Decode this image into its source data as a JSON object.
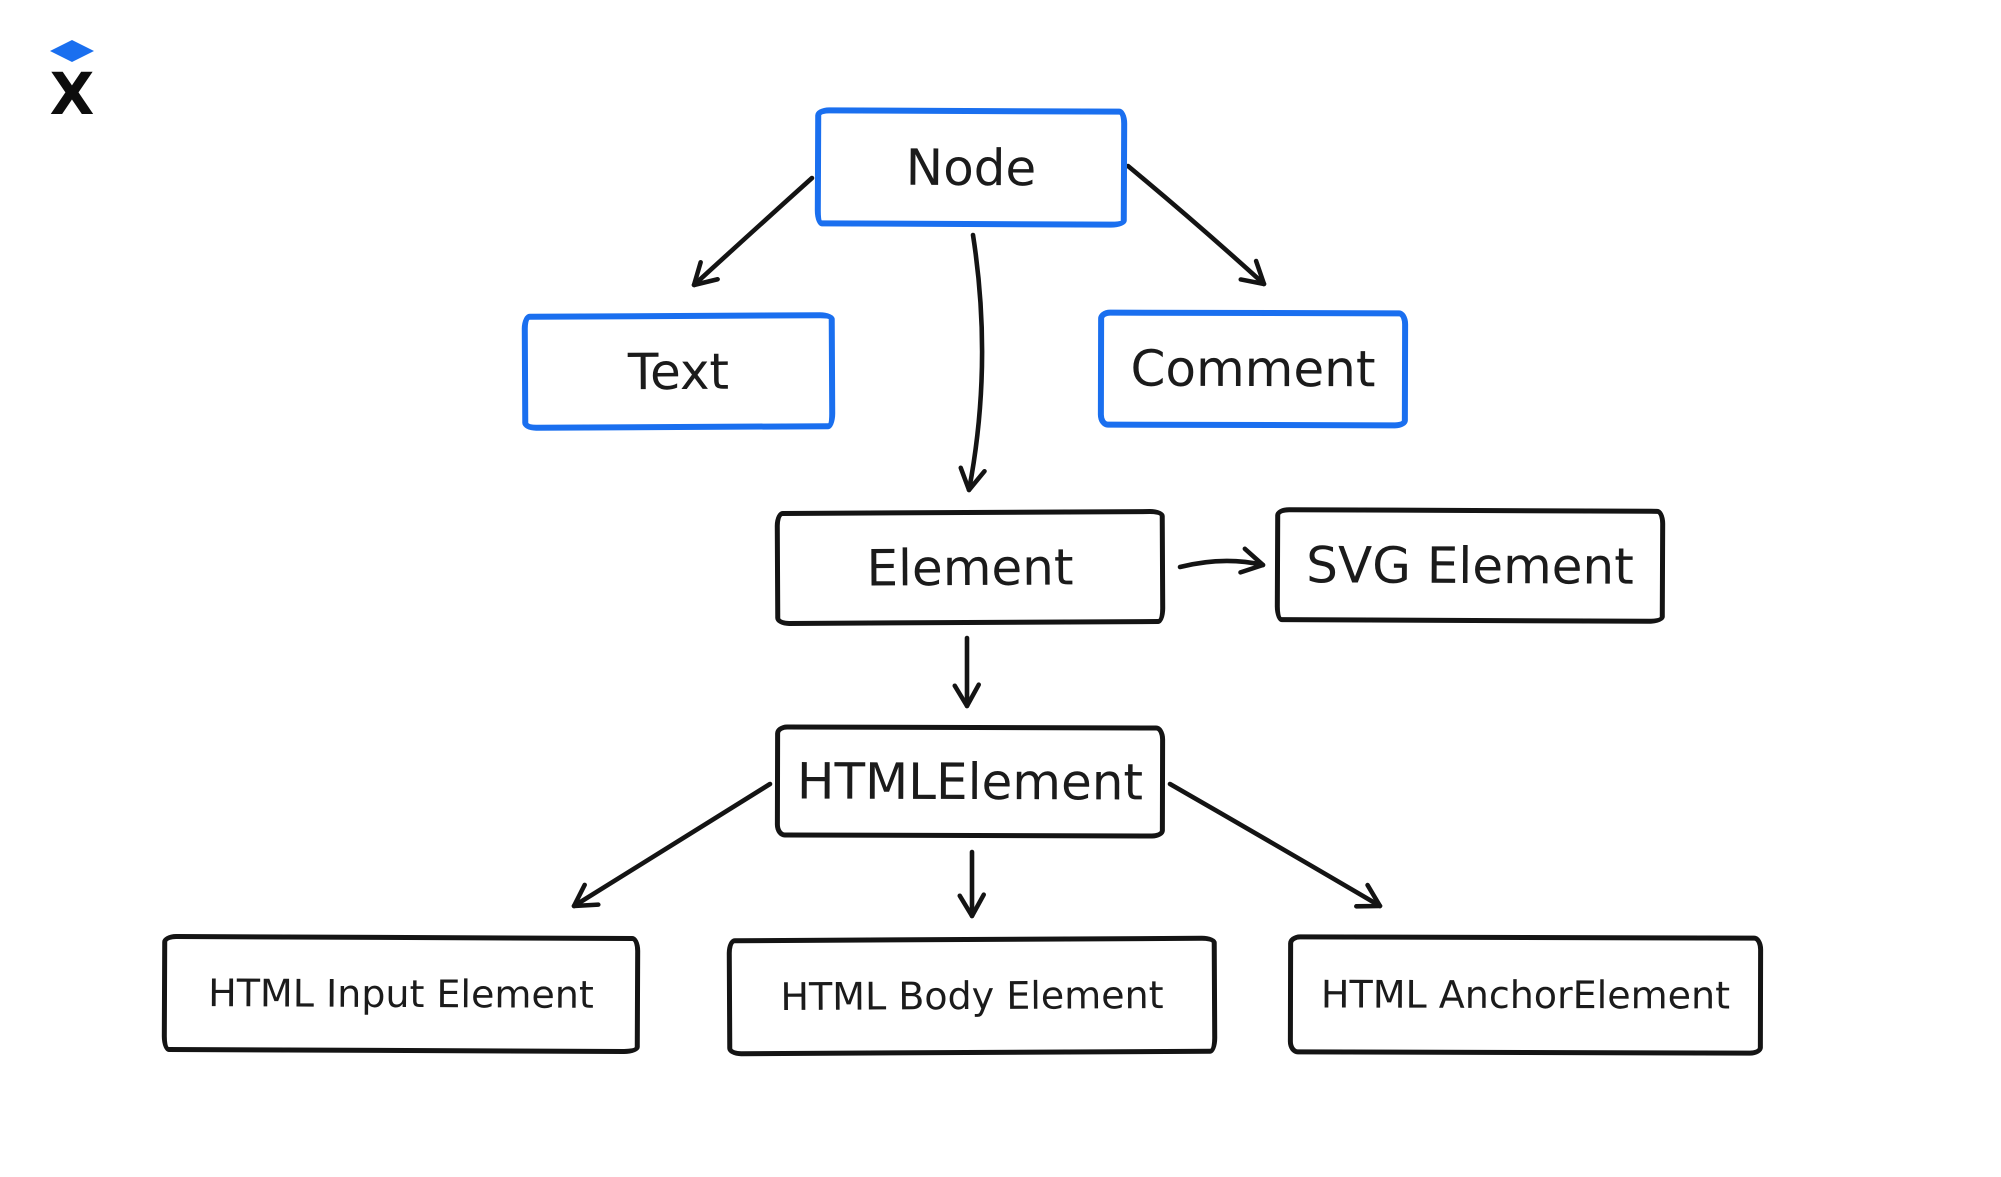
{
  "logo": {
    "glyph": "X",
    "diamond_color": "#1a6fef",
    "glyph_color": "#0d0d0d"
  },
  "colors": {
    "background": "#ffffff",
    "accent_blue": "#1a6fef",
    "ink": "#141414"
  },
  "diagram": {
    "type": "tree",
    "nodes": [
      {
        "id": "node",
        "label": "Node",
        "variant": "blue"
      },
      {
        "id": "text",
        "label": "Text",
        "variant": "blue"
      },
      {
        "id": "comment",
        "label": "Comment",
        "variant": "blue"
      },
      {
        "id": "element",
        "label": "Element",
        "variant": "black"
      },
      {
        "id": "svg-element",
        "label": "SVG Element",
        "variant": "black"
      },
      {
        "id": "html-element",
        "label": "HTMLElement",
        "variant": "black"
      },
      {
        "id": "html-input",
        "label": "HTML Input Element",
        "variant": "black"
      },
      {
        "id": "html-body",
        "label": "HTML Body Element",
        "variant": "black"
      },
      {
        "id": "html-anchor",
        "label": "HTML AnchorElement",
        "variant": "black"
      }
    ],
    "edges": [
      {
        "from": "Node",
        "to": "Text"
      },
      {
        "from": "Node",
        "to": "Element"
      },
      {
        "from": "Node",
        "to": "Comment"
      },
      {
        "from": "Element",
        "to": "SVG Element"
      },
      {
        "from": "Element",
        "to": "HTMLElement"
      },
      {
        "from": "HTMLElement",
        "to": "HTML Input Element"
      },
      {
        "from": "HTMLElement",
        "to": "HTML Body Element"
      },
      {
        "from": "HTMLElement",
        "to": "HTML AnchorElement"
      }
    ]
  }
}
